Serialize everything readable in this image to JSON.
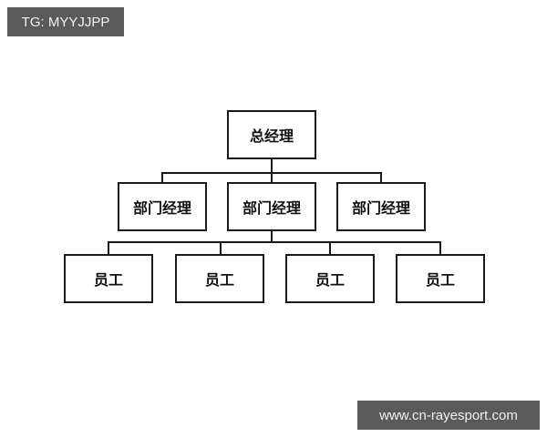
{
  "watermark_top": "TG: MYYJJPP",
  "watermark_bottom": "www.cn-rayesport.com",
  "org_chart": {
    "root": "总经理",
    "managers": [
      "部门经理",
      "部门经理",
      "部门经理"
    ],
    "employees": [
      "员工",
      "员工",
      "员工",
      "员工"
    ]
  }
}
